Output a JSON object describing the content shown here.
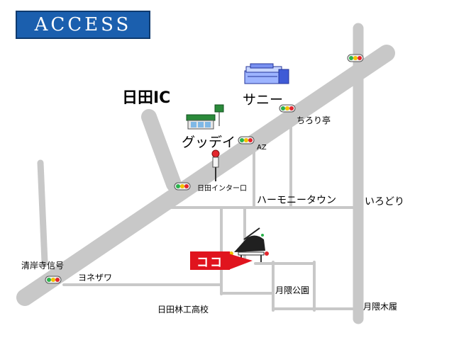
{
  "header": {
    "title": "ACCESS"
  },
  "labels": {
    "ic": "日田IC",
    "sunny": "サニー",
    "goodday": "グッデイ",
    "chiroritei": "ちろり亭",
    "az": "AZ",
    "hita_inter": "日田インター口",
    "harmony_town": "ハーモニータウン",
    "irodori": "いろどり",
    "seiganji": "清岸寺信号",
    "yonezawa": "ヨネザワ",
    "tsukikuma_park": "月隈公園",
    "hita_rinko": "日田林工高校",
    "tsukikuma_kitsuregawa": "月隈木履"
  },
  "marker": {
    "text": "ココ"
  },
  "colors": {
    "road": "#c8c8c8",
    "title_bg": "#1b5fae",
    "marker": "#e0141e",
    "store_green": "#2a8a3a",
    "store_blue": "#3f5bd6"
  },
  "icons": {
    "signal": "traffic-signal-icon",
    "bus_stop": "bus-stop-icon",
    "store": "store-icon",
    "supermarket": "supermarket-icon",
    "piano": "grand-piano-icon"
  }
}
